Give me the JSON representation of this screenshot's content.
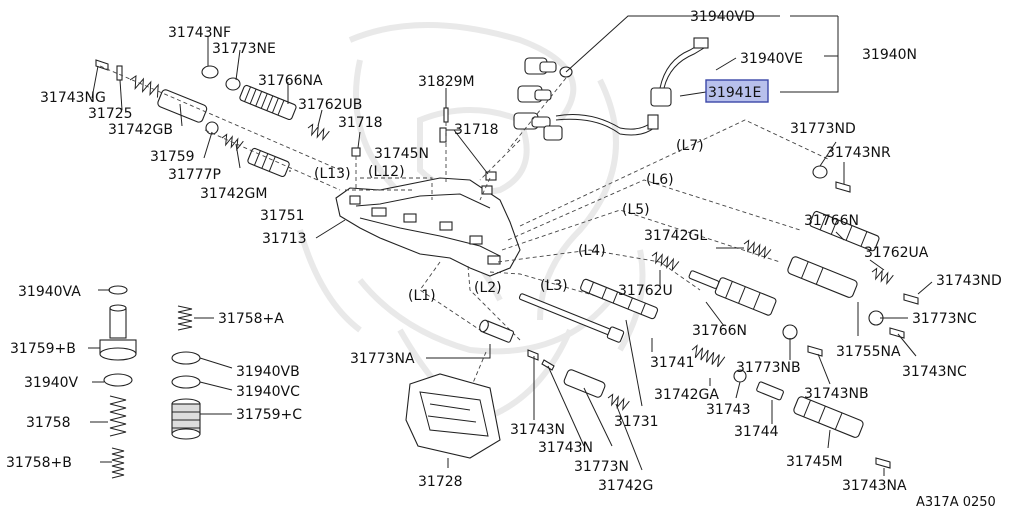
{
  "labels": {
    "31940VD": "31940VD",
    "31940VE": "31940VE",
    "31940N": "31940N",
    "31941E": "31941E",
    "31743NF": "31743NF",
    "31773NE": "31773NE",
    "31766NA": "31766NA",
    "31743NG": "31743NG",
    "31725": "31725",
    "31742GB": "31742GB",
    "31762UB": "31762UB",
    "31829M": "31829M",
    "31718a": "31718",
    "31718b": "31718",
    "31745N": "31745N",
    "31759": "31759",
    "31777P": "31777P",
    "31742GM": "31742GM",
    "31751": "31751",
    "31713": "31713",
    "L13": "(L13)",
    "L12": "(L12)",
    "L7": "(L7)",
    "L6": "(L6)",
    "L5": "(L5)",
    "L4": "(L4)",
    "L3": "(L3)",
    "L2": "(L2)",
    "L1": "(L1)",
    "31773ND": "31773ND",
    "31743NR": "31743NR",
    "31766N_top": "31766N",
    "31742GL": "31742GL",
    "31762UA": "31762UA",
    "31743ND": "31743ND",
    "31762U": "31762U",
    "31766N_mid": "31766N",
    "31773NC": "31773NC",
    "31755NA": "31755NA",
    "31773NB": "31773NB",
    "31743NC": "31743NC",
    "31743NB": "31743NB",
    "31741": "31741",
    "31742GA": "31742GA",
    "31743": "31743",
    "31744": "31744",
    "31745M": "31745M",
    "31743NA": "31743NA",
    "31940VA": "31940VA",
    "31758A": "31758+A",
    "31759B": "31759+B",
    "31940VB": "31940VB",
    "31940V": "31940V",
    "31940VC": "31940VC",
    "31758": "31758",
    "31759C": "31759+C",
    "31758B": "31758+B",
    "31773NA": "31773NA",
    "31743N_a": "31743N",
    "31743N_b": "31743N",
    "31731": "31731",
    "31773N": "31773N",
    "31742G": "31742G",
    "31728": "31728",
    "ref": "A317A 0250"
  },
  "highlight_color": "#b8c0ec"
}
